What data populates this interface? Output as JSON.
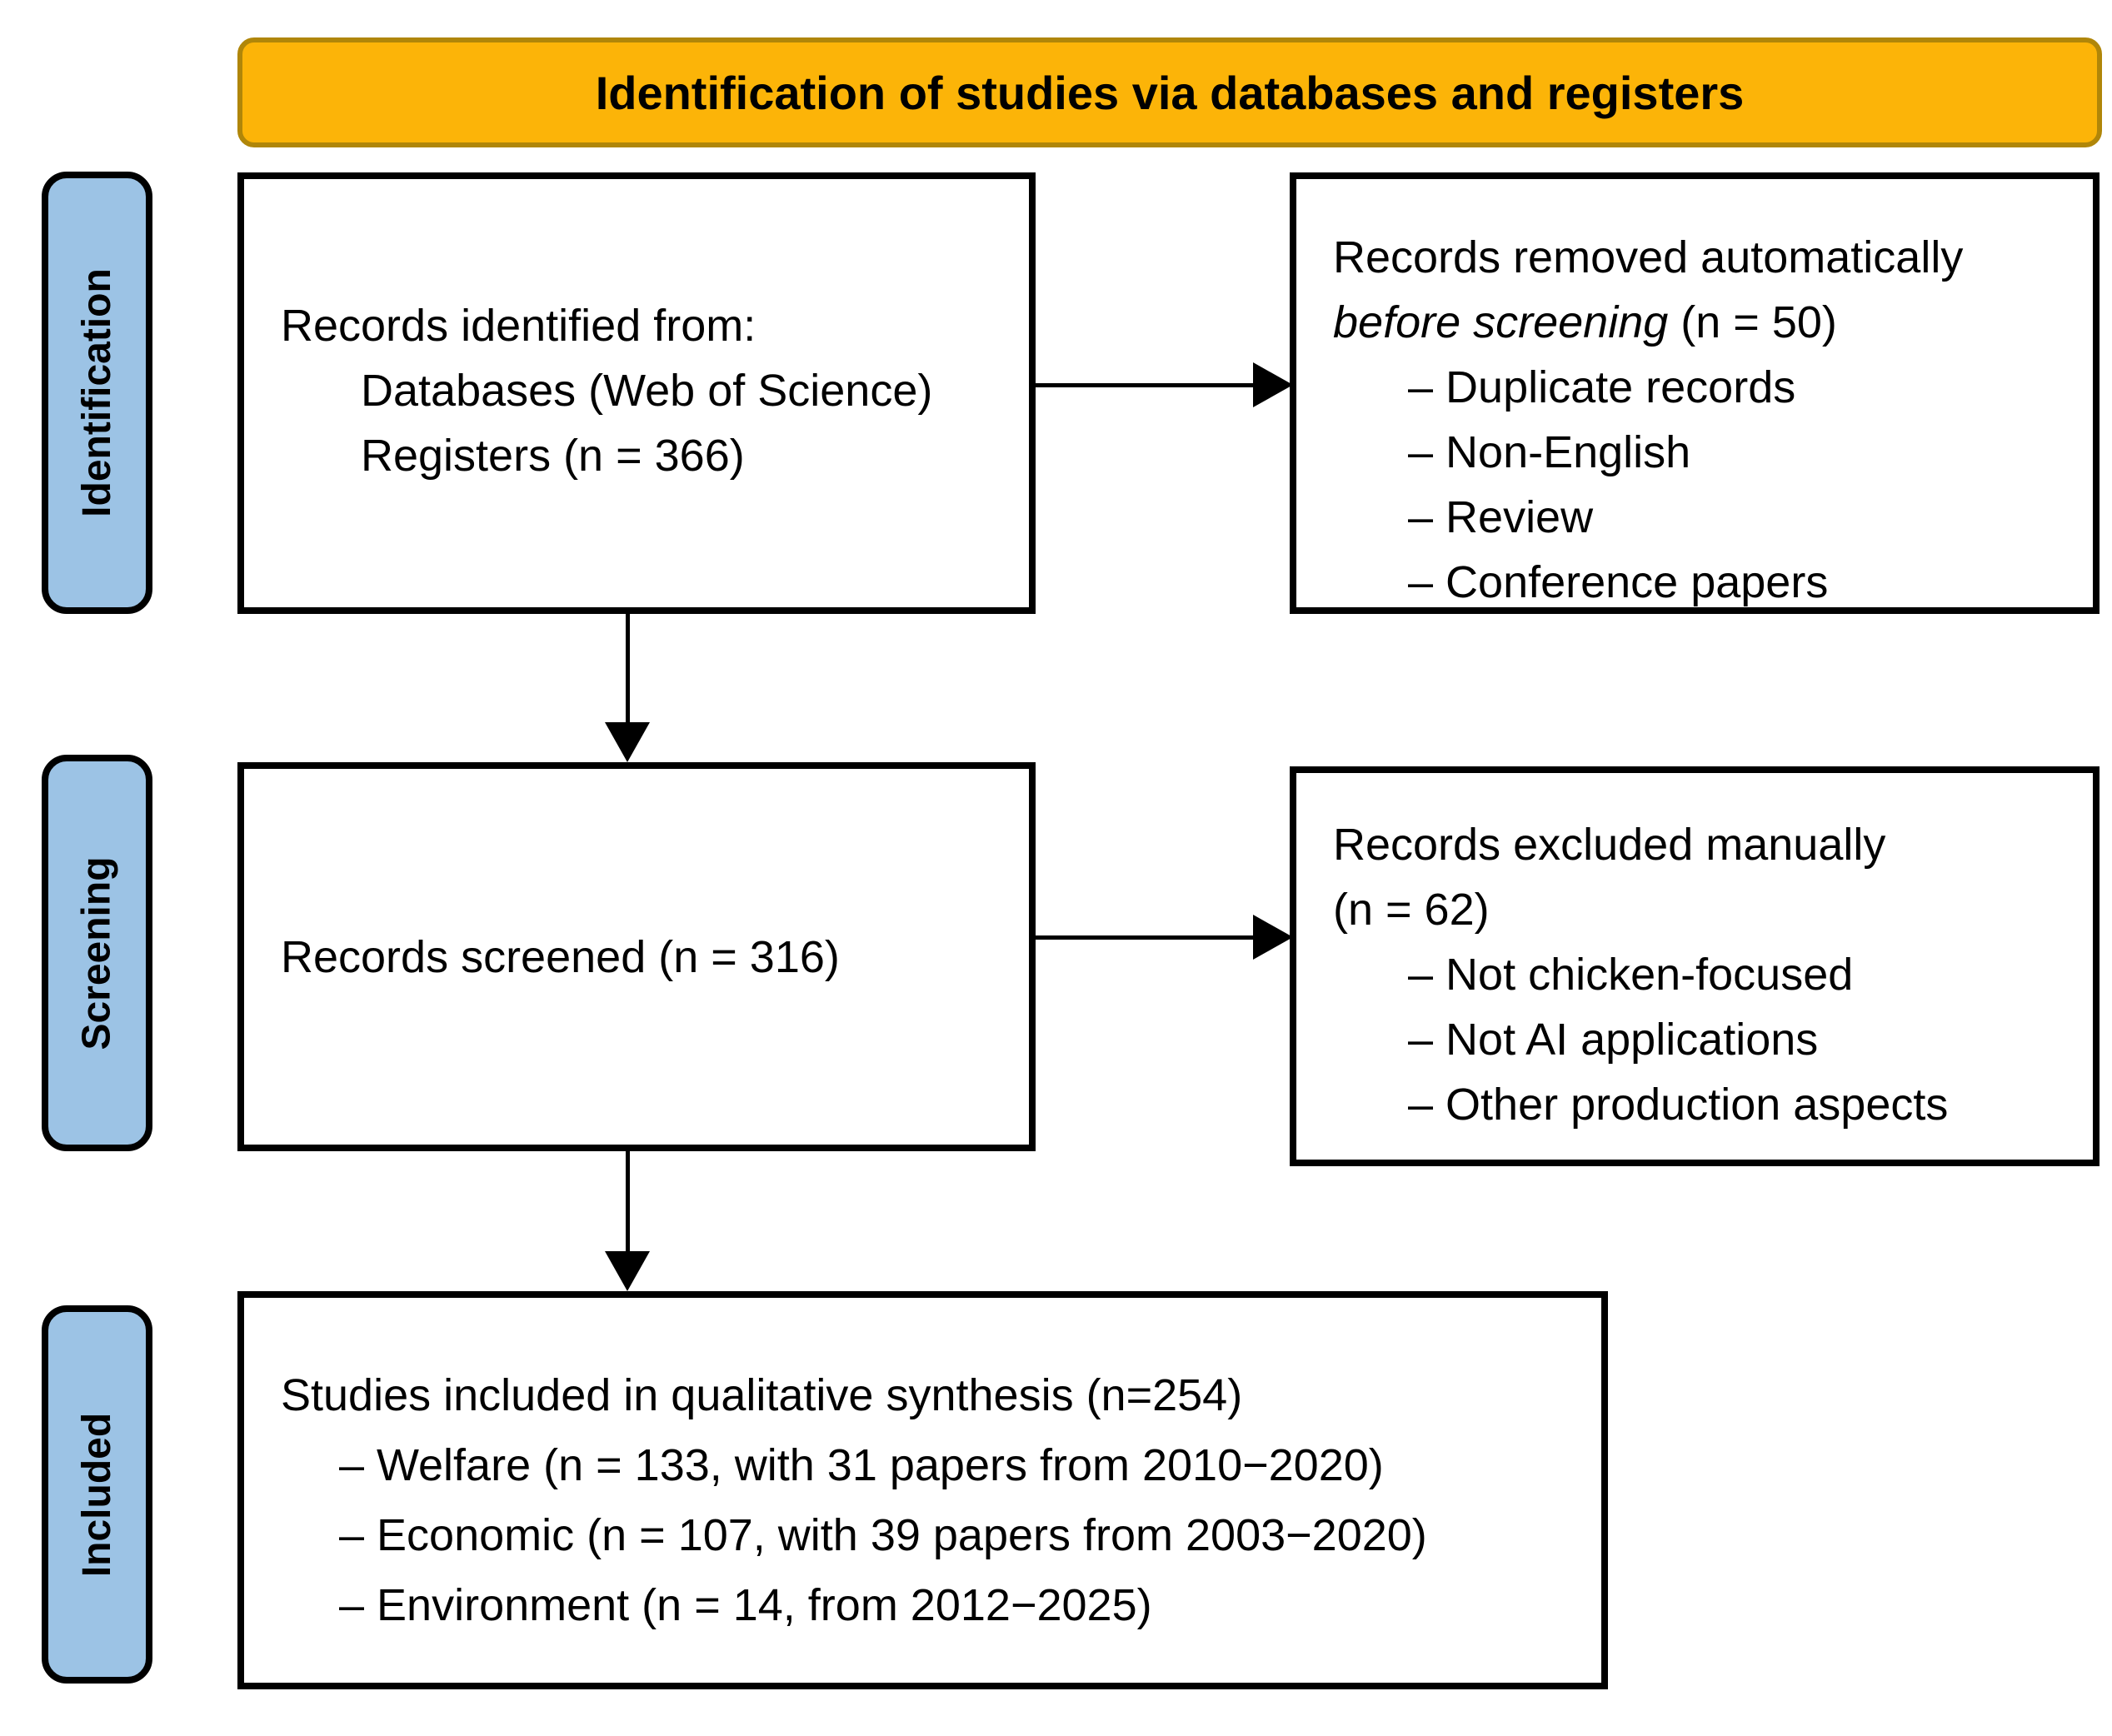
{
  "banner": {
    "title": "Identification of studies via databases and registers"
  },
  "sidebar": {
    "stages": [
      "Identification",
      "Screening",
      "Included"
    ]
  },
  "flow": {
    "identified": {
      "intro": "Records identified from:",
      "sources": [
        "Databases (Web of Science)",
        "Registers (n = 366)"
      ]
    },
    "removed": {
      "line1": "Records removed automatically",
      "line2_italic": "before screening",
      "line2_rest": " (n = 50)",
      "reasons": [
        "– Duplicate records",
        "– Non-English",
        "– Review",
        "– Conference papers"
      ]
    },
    "screened": {
      "label": "Records screened (n = 316)"
    },
    "excluded": {
      "line1": "Records excluded manually",
      "line2": "(n = 62)",
      "reasons": [
        "– Not chicken-focused",
        "– Not AI applications",
        "– Other production aspects"
      ]
    },
    "included": {
      "title": "Studies included in qualitative synthesis (n=254)",
      "groups": [
        "– Welfare (n = 133, with 31 papers from 2010−2020)",
        "– Economic (n = 107, with 39 papers from 2003−2020)",
        "– Environment (n = 14, from 2012−2025)"
      ]
    }
  },
  "colors": {
    "banner_fill": "#FCB408",
    "banner_border": "#B08609",
    "stage_tab_fill": "#9CC3E5",
    "box_border": "#000000",
    "text": "#000000"
  }
}
